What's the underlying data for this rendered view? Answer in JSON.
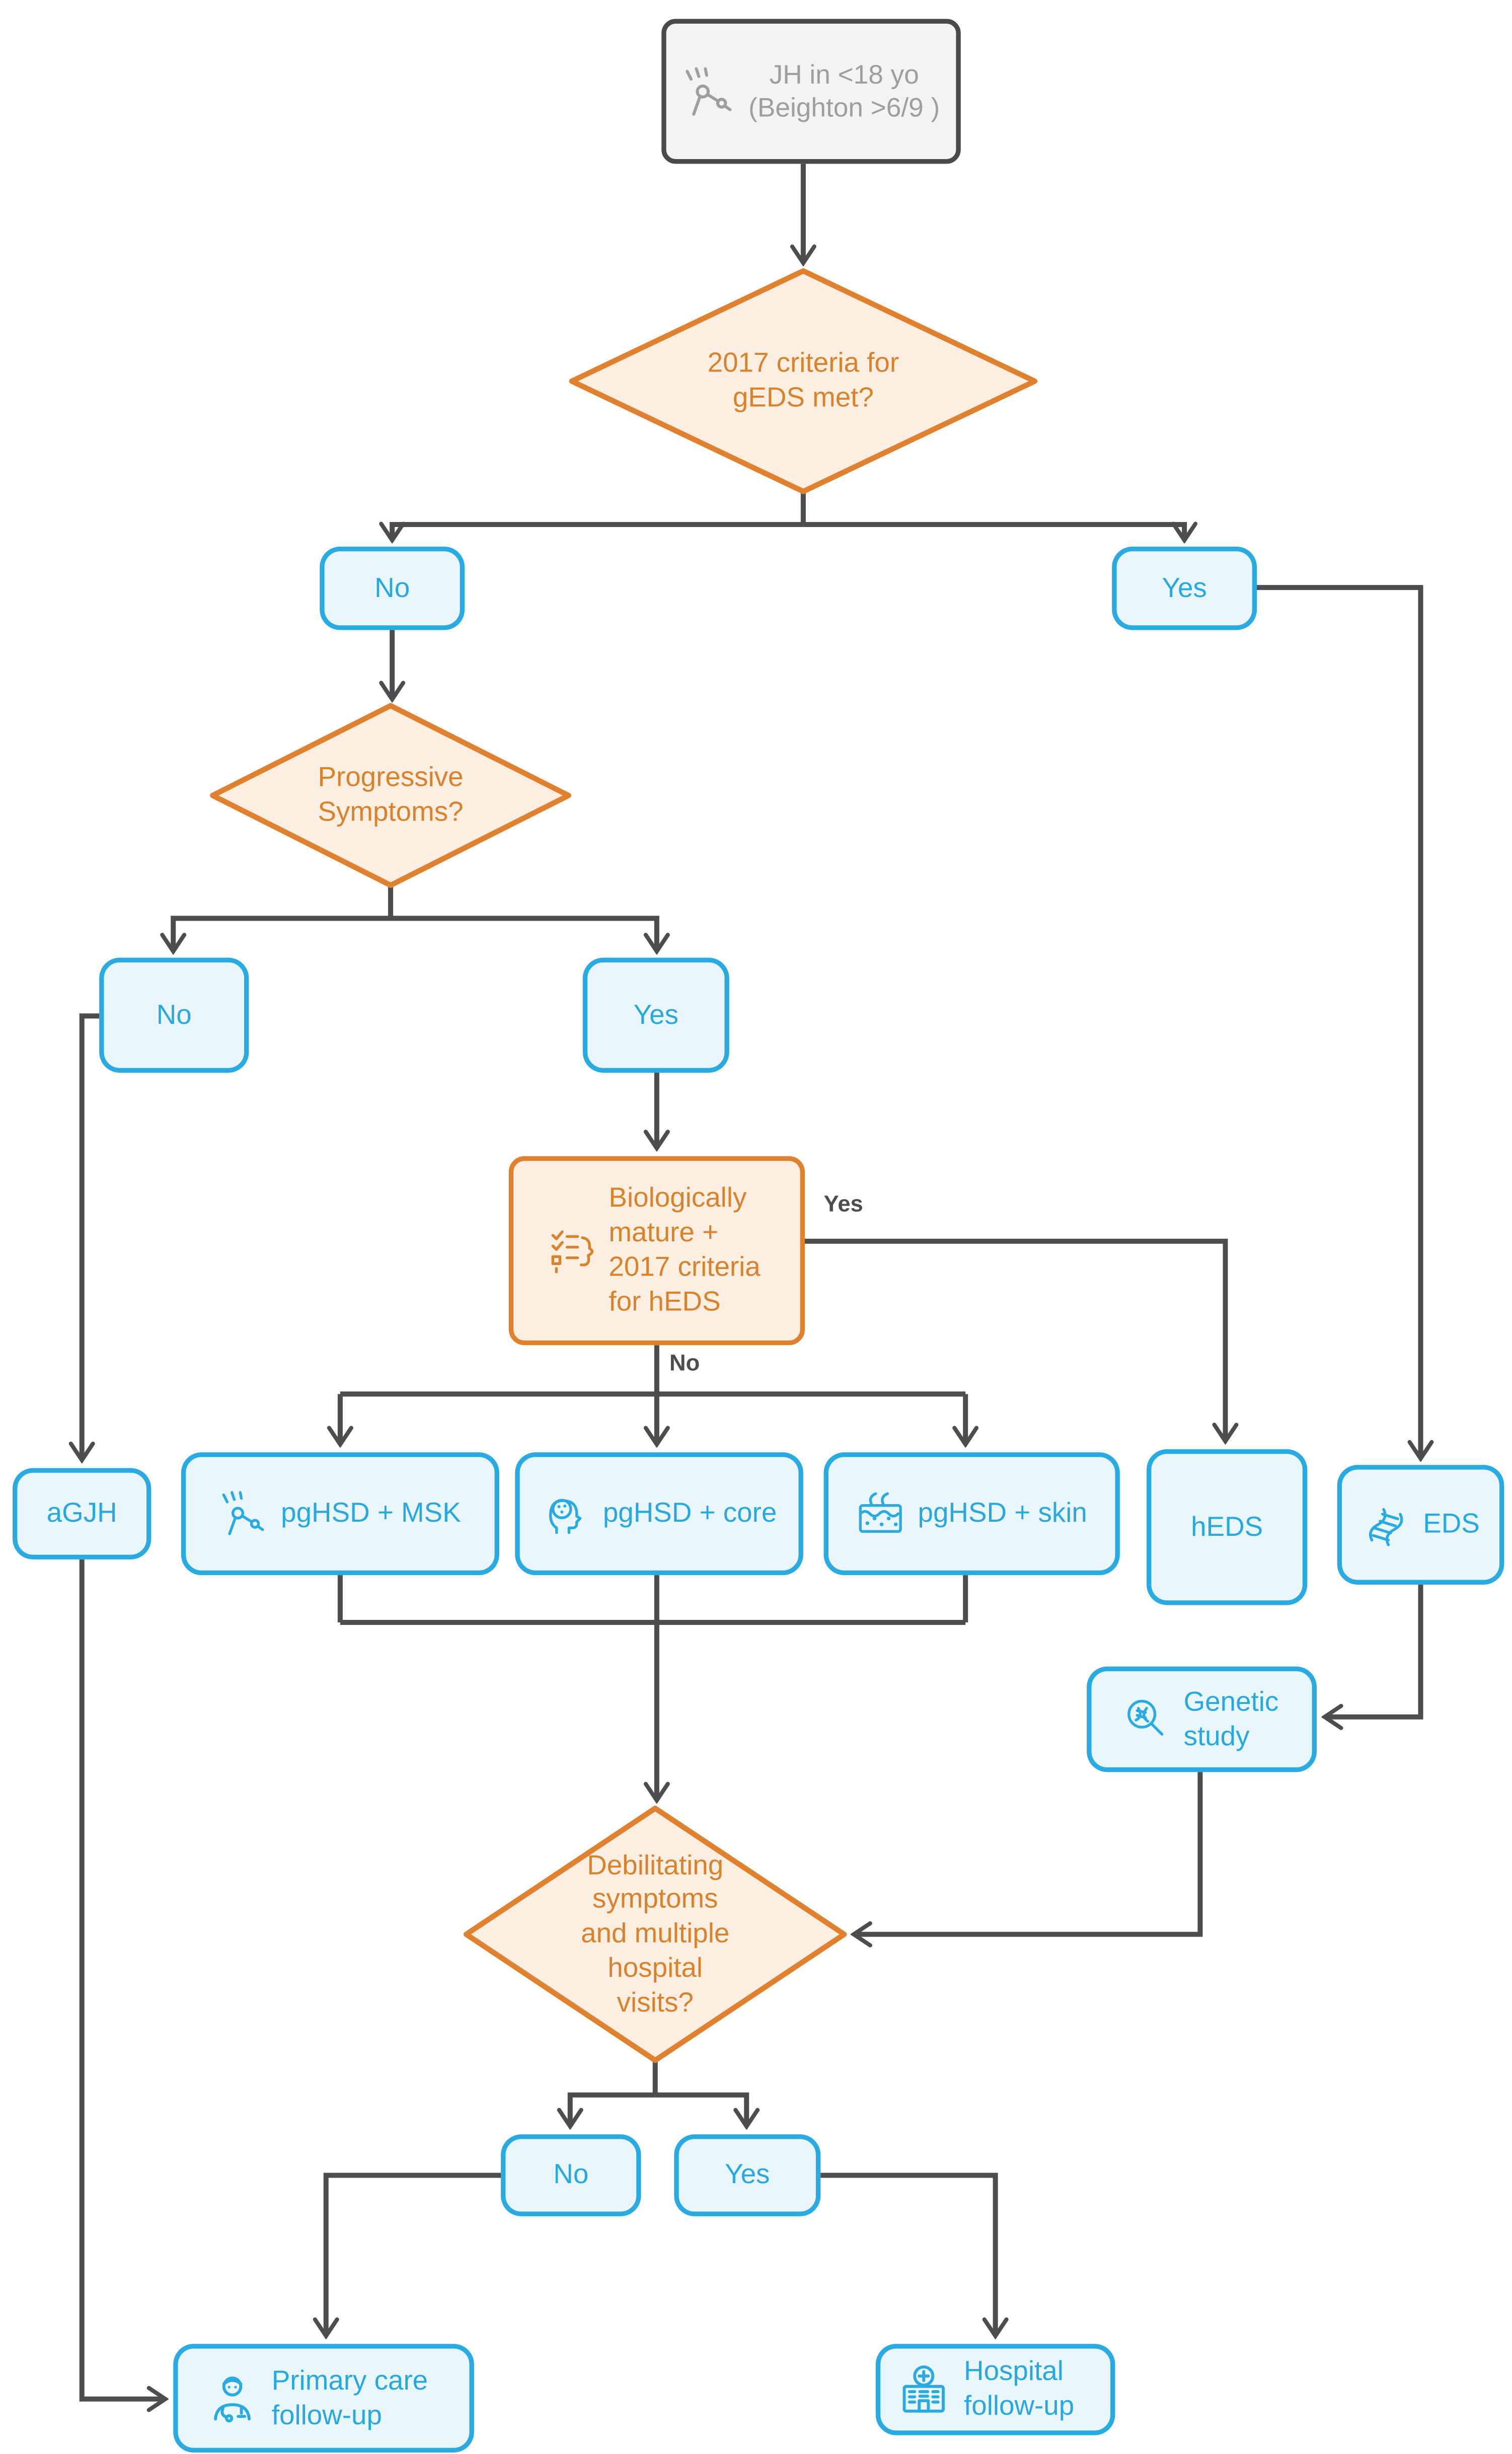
{
  "diagram": {
    "nodes": {
      "start": {
        "label": "JH in <18 yo (Beighton >6/9 )",
        "icon": "joint-icon"
      },
      "decision_geds": {
        "label": "2017 criteria for gEDS met?"
      },
      "geds_no": {
        "label": "No"
      },
      "geds_yes": {
        "label": "Yes"
      },
      "decision_progressive": {
        "label": "Progressive Symptoms?"
      },
      "progressive_no": {
        "label": "No"
      },
      "progressive_yes": {
        "label": "Yes"
      },
      "heds_criteria": {
        "label": "Biologically mature + 2017 criteria for hEDS",
        "icon": "checklist-head-icon"
      },
      "agjh": {
        "label": "aGJH"
      },
      "pghsd_msk": {
        "label": "pgHSD + MSK",
        "icon": "joint-icon"
      },
      "pghsd_core": {
        "label": "pgHSD + core",
        "icon": "head-icon"
      },
      "pghsd_skin": {
        "label": "pgHSD + skin",
        "icon": "skin-icon"
      },
      "heds": {
        "label": "hEDS"
      },
      "eds": {
        "label": "EDS",
        "icon": "dna-icon"
      },
      "genetic_study": {
        "label": "Genetic study",
        "icon": "dna-magnifier-icon"
      },
      "decision_debilitating": {
        "label": "Debilitating symptoms and multiple hospital visits?"
      },
      "debilitating_no": {
        "label": "No"
      },
      "debilitating_yes": {
        "label": "Yes"
      },
      "primary_care": {
        "label": "Primary care follow-up",
        "icon": "doctor-icon"
      },
      "hospital": {
        "label": "Hospital follow-up",
        "icon": "hospital-icon"
      }
    },
    "edge_labels": {
      "heds_criteria_yes": "Yes",
      "heds_criteria_no": "No"
    },
    "colors": {
      "node_border": "#29ABE2",
      "node_fill": "#E9F7FD",
      "node_text": "#29A8DF",
      "decision_border": "#E0812F",
      "decision_fill": "#FCEFE2",
      "decision_text": "#D9822B",
      "start_border": "#4A4A4A",
      "start_fill": "#F3F3F3",
      "start_text": "#9E9E9E",
      "edge": "#4D4D4D",
      "background": "#FFFFFF"
    }
  }
}
